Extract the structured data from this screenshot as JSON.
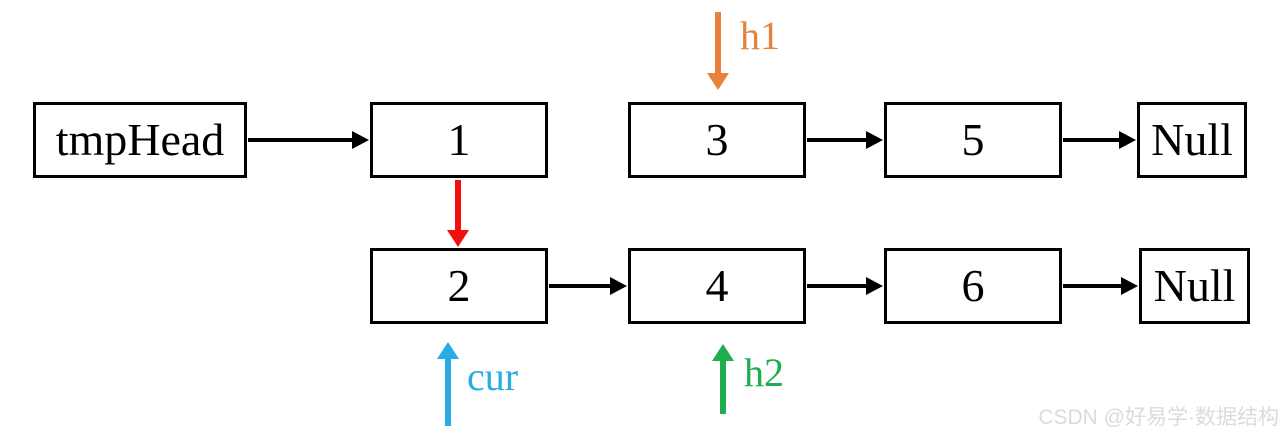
{
  "diagram": {
    "nodes": {
      "tmphead": "tmpHead",
      "n1": "1",
      "n3": "3",
      "n5": "5",
      "null_top": "Null",
      "n2": "2",
      "n4": "4",
      "n6": "6",
      "null_bottom": "Null"
    },
    "pointer_labels": {
      "h1": "h1",
      "h2": "h2",
      "cur": "cur"
    },
    "colors": {
      "h1_arrow": "#E8823B",
      "h2_arrow": "#1EAE4F",
      "cur_arrow": "#2AACE3",
      "red_arrow": "#F40E0E",
      "link_arrow": "#000000",
      "node_border": "#000000",
      "watermark": "#DBDBDB"
    },
    "watermark": "CSDN @好易学·数据结构"
  }
}
